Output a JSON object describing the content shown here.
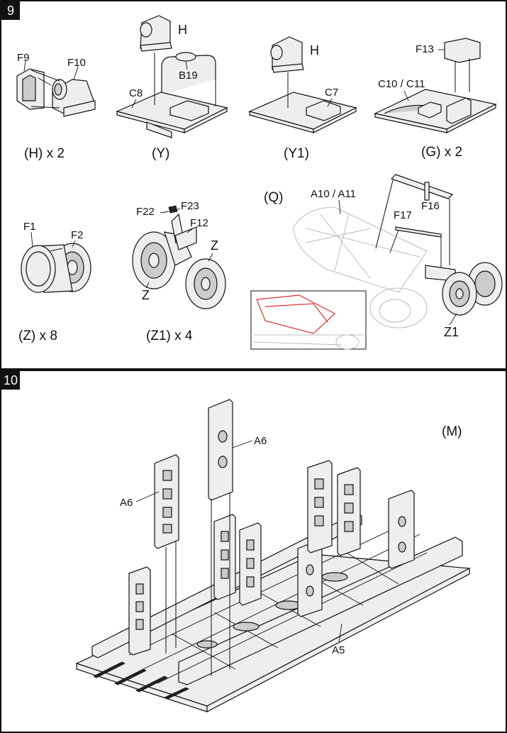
{
  "steps": [
    {
      "number": "9",
      "subassemblies": [
        {
          "caption": "(H) x 2",
          "parts": [
            "F9",
            "F10"
          ]
        },
        {
          "caption": "(Y)",
          "parts": [
            "H",
            "B19",
            "C8"
          ]
        },
        {
          "caption": "(Y1)",
          "parts": [
            "H",
            "C7"
          ]
        },
        {
          "caption": "(G) x 2",
          "parts": [
            "F13",
            "C10 / C11"
          ]
        },
        {
          "caption": "(Z) x 8",
          "parts": [
            "F1",
            "F2"
          ]
        },
        {
          "caption": "(Z1) x 4",
          "parts": [
            "F22",
            "F23",
            "F12",
            "Z",
            "Z"
          ]
        },
        {
          "caption": "(Q)",
          "parts": [
            "A10 / A11",
            "F16",
            "F17",
            "Z1"
          ]
        }
      ]
    },
    {
      "number": "10",
      "assembly": {
        "caption": "(M)",
        "parts": [
          "A6",
          "A6",
          "A5"
        ]
      }
    }
  ]
}
